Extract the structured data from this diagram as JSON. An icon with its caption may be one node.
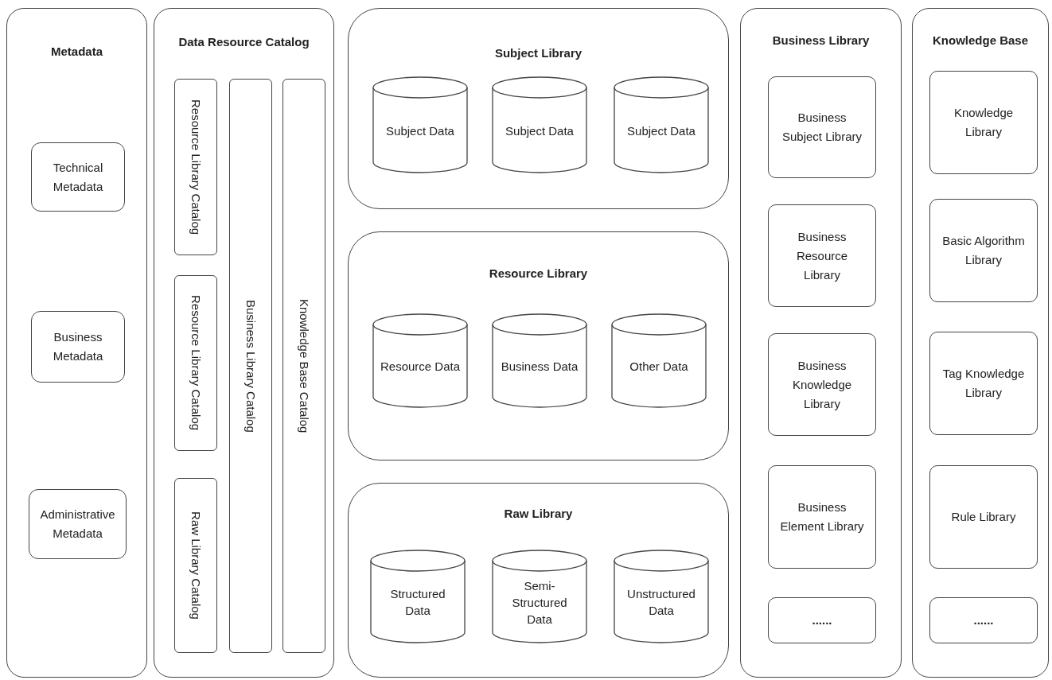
{
  "diagram": {
    "nodes": [
      {
        "text": [
          "Metadata"
        ]
      },
      {
        "text": [
          "Technical Metadata"
        ],
        "in": 0
      },
      {
        "text": [
          "Business Metadata"
        ],
        "in": 0
      },
      {
        "text": [
          "Administrative Metadata"
        ],
        "in": 0
      },
      {
        "text": [
          "Data Resource Catalog"
        ]
      },
      {
        "text": [
          "Resource Library Catalog"
        ],
        "in": 4
      },
      {
        "text": [
          "Resource Library Catalog"
        ],
        "in": 4
      },
      {
        "text": [
          "Raw Library Catalog"
        ],
        "in": 4
      },
      {
        "text": [
          "Business Library Catalog"
        ],
        "in": 4
      },
      {
        "text": [
          "Knowledge Base Catalog"
        ],
        "in": 4
      },
      {
        "text": [
          "Subject Library"
        ]
      },
      {
        "text": [
          "Subject Data"
        ],
        "in": 10
      },
      {
        "text": [
          "Subject Data"
        ],
        "in": 10
      },
      {
        "text": [
          "Subject Data"
        ],
        "in": 10
      },
      {
        "text": [
          "Resource Library"
        ]
      },
      {
        "text": [
          "Resource Data"
        ],
        "in": 14
      },
      {
        "text": [
          "Business Data"
        ],
        "in": 14
      },
      {
        "text": [
          "Other Data"
        ],
        "in": 14
      },
      {
        "text": [
          "Raw Library"
        ]
      },
      {
        "text": [
          "Structured Data"
        ],
        "in": 18
      },
      {
        "text": [
          "Semi-Structured Data"
        ],
        "in": 18
      },
      {
        "text": [
          "Unstructured Data"
        ],
        "in": 18
      },
      {
        "text": [
          "Business Library"
        ]
      },
      {
        "text": [
          "Business Subject Library"
        ],
        "in": 22
      },
      {
        "text": [
          "Business Resource Library"
        ],
        "in": 22
      },
      {
        "text": [
          "Business Knowledge Library"
        ],
        "in": 22
      },
      {
        "text": [
          "Business Element Library"
        ],
        "in": 22
      },
      {
        "text": [
          "......"
        ],
        "in": 22
      },
      {
        "text": [
          "Knowledge Base"
        ]
      },
      {
        "text": [
          "Knowledge Library"
        ],
        "in": 28
      },
      {
        "text": [
          "Basic Algorithm Library"
        ],
        "in": 28
      },
      {
        "text": [
          "Tag Knowledge Library"
        ],
        "in": 28
      },
      {
        "text": [
          "Rule Library"
        ],
        "in": 28
      },
      {
        "text": [
          "......"
        ],
        "in": 28
      }
    ]
  }
}
